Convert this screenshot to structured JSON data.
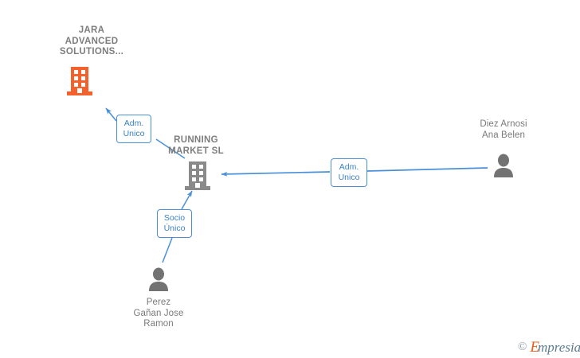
{
  "diagram": {
    "type": "corporate-relationship-graph",
    "background": "#ffffff",
    "colors": {
      "company_highlight": "#f4612c",
      "company_default": "#8a8a8a",
      "person": "#737373",
      "edge": "#4a90d9",
      "label_text": "#7d7d7d",
      "relation_text": "#3b82c4"
    },
    "nodes": [
      {
        "id": "jara",
        "kind": "company",
        "icon": "building-icon",
        "label": "JARA\nADVANCED\nSOLUTIONS...",
        "color": "#f4612c"
      },
      {
        "id": "running-market",
        "kind": "company",
        "icon": "building-icon",
        "label": "RUNNING\nMARKET  SL",
        "color": "#8a8a8a"
      },
      {
        "id": "diez-arnosi",
        "kind": "person",
        "icon": "person-icon",
        "label": "Diez Arnosi\nAna Belen",
        "color": "#737373"
      },
      {
        "id": "perez-ganan",
        "kind": "person",
        "icon": "person-icon",
        "label": "Perez\nGañan Jose\nRamon",
        "color": "#737373"
      }
    ],
    "relations": [
      {
        "id": "rel-adm-unico-jara",
        "label": "Adm.\nUnico",
        "from": "running-market",
        "to": "jara"
      },
      {
        "id": "rel-adm-unico-diez",
        "label": "Adm.\nUnico",
        "from": "diez-arnosi",
        "to": "running-market"
      },
      {
        "id": "rel-socio-unico",
        "label": "Socio\nÚnico",
        "from": "perez-ganan",
        "to": "running-market"
      }
    ]
  },
  "watermark": {
    "copyright": "©",
    "brand_initial": "E",
    "brand_rest": "mpresia"
  }
}
